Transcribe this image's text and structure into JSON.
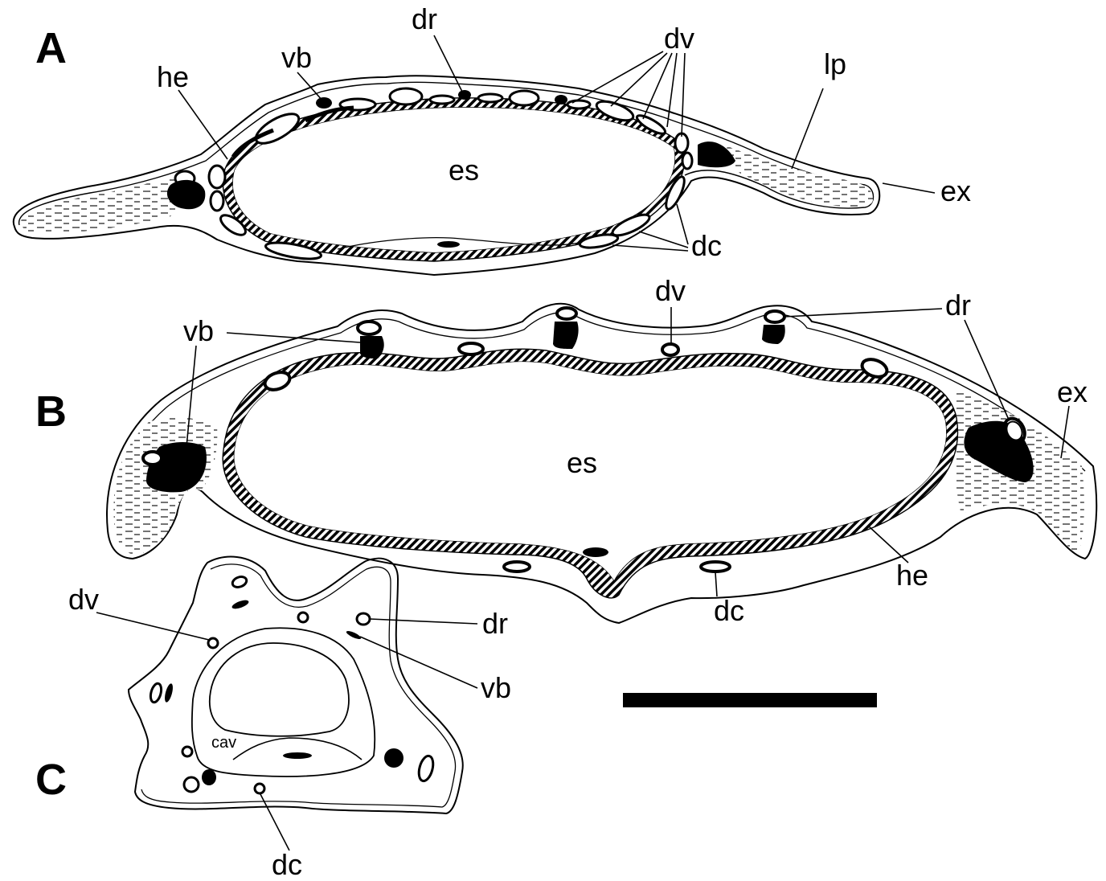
{
  "figure": {
    "panels": [
      {
        "letter": "A"
      },
      {
        "letter": "B"
      },
      {
        "letter": "C"
      }
    ],
    "labels": {
      "A": {
        "he": "he",
        "vb": "vb",
        "dr": "dr",
        "dv": "dv",
        "lp": "lp",
        "es": "es",
        "ex": "ex",
        "dc": "dc"
      },
      "B": {
        "vb": "vb",
        "dv": "dv",
        "dr": "dr",
        "ex": "ex",
        "es": "es",
        "he": "he",
        "dc": "dc"
      },
      "C": {
        "dv": "dv",
        "dr": "dr",
        "vb": "vb",
        "cav": "cav",
        "dc": "dc"
      }
    },
    "scale_bar": true
  }
}
